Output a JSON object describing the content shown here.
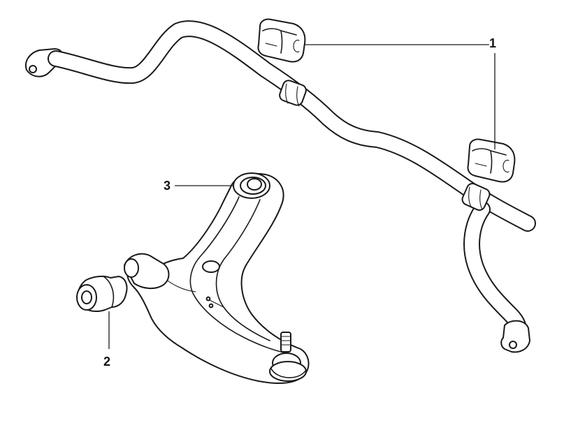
{
  "diagram": {
    "callouts": [
      {
        "id": "1",
        "label": "1"
      },
      {
        "id": "2",
        "label": "2"
      },
      {
        "id": "3",
        "label": "3"
      }
    ],
    "icons": [
      "stabilizer-bar",
      "stabilizer-bushing",
      "control-arm",
      "control-arm-bushing",
      "ball-joint"
    ]
  }
}
